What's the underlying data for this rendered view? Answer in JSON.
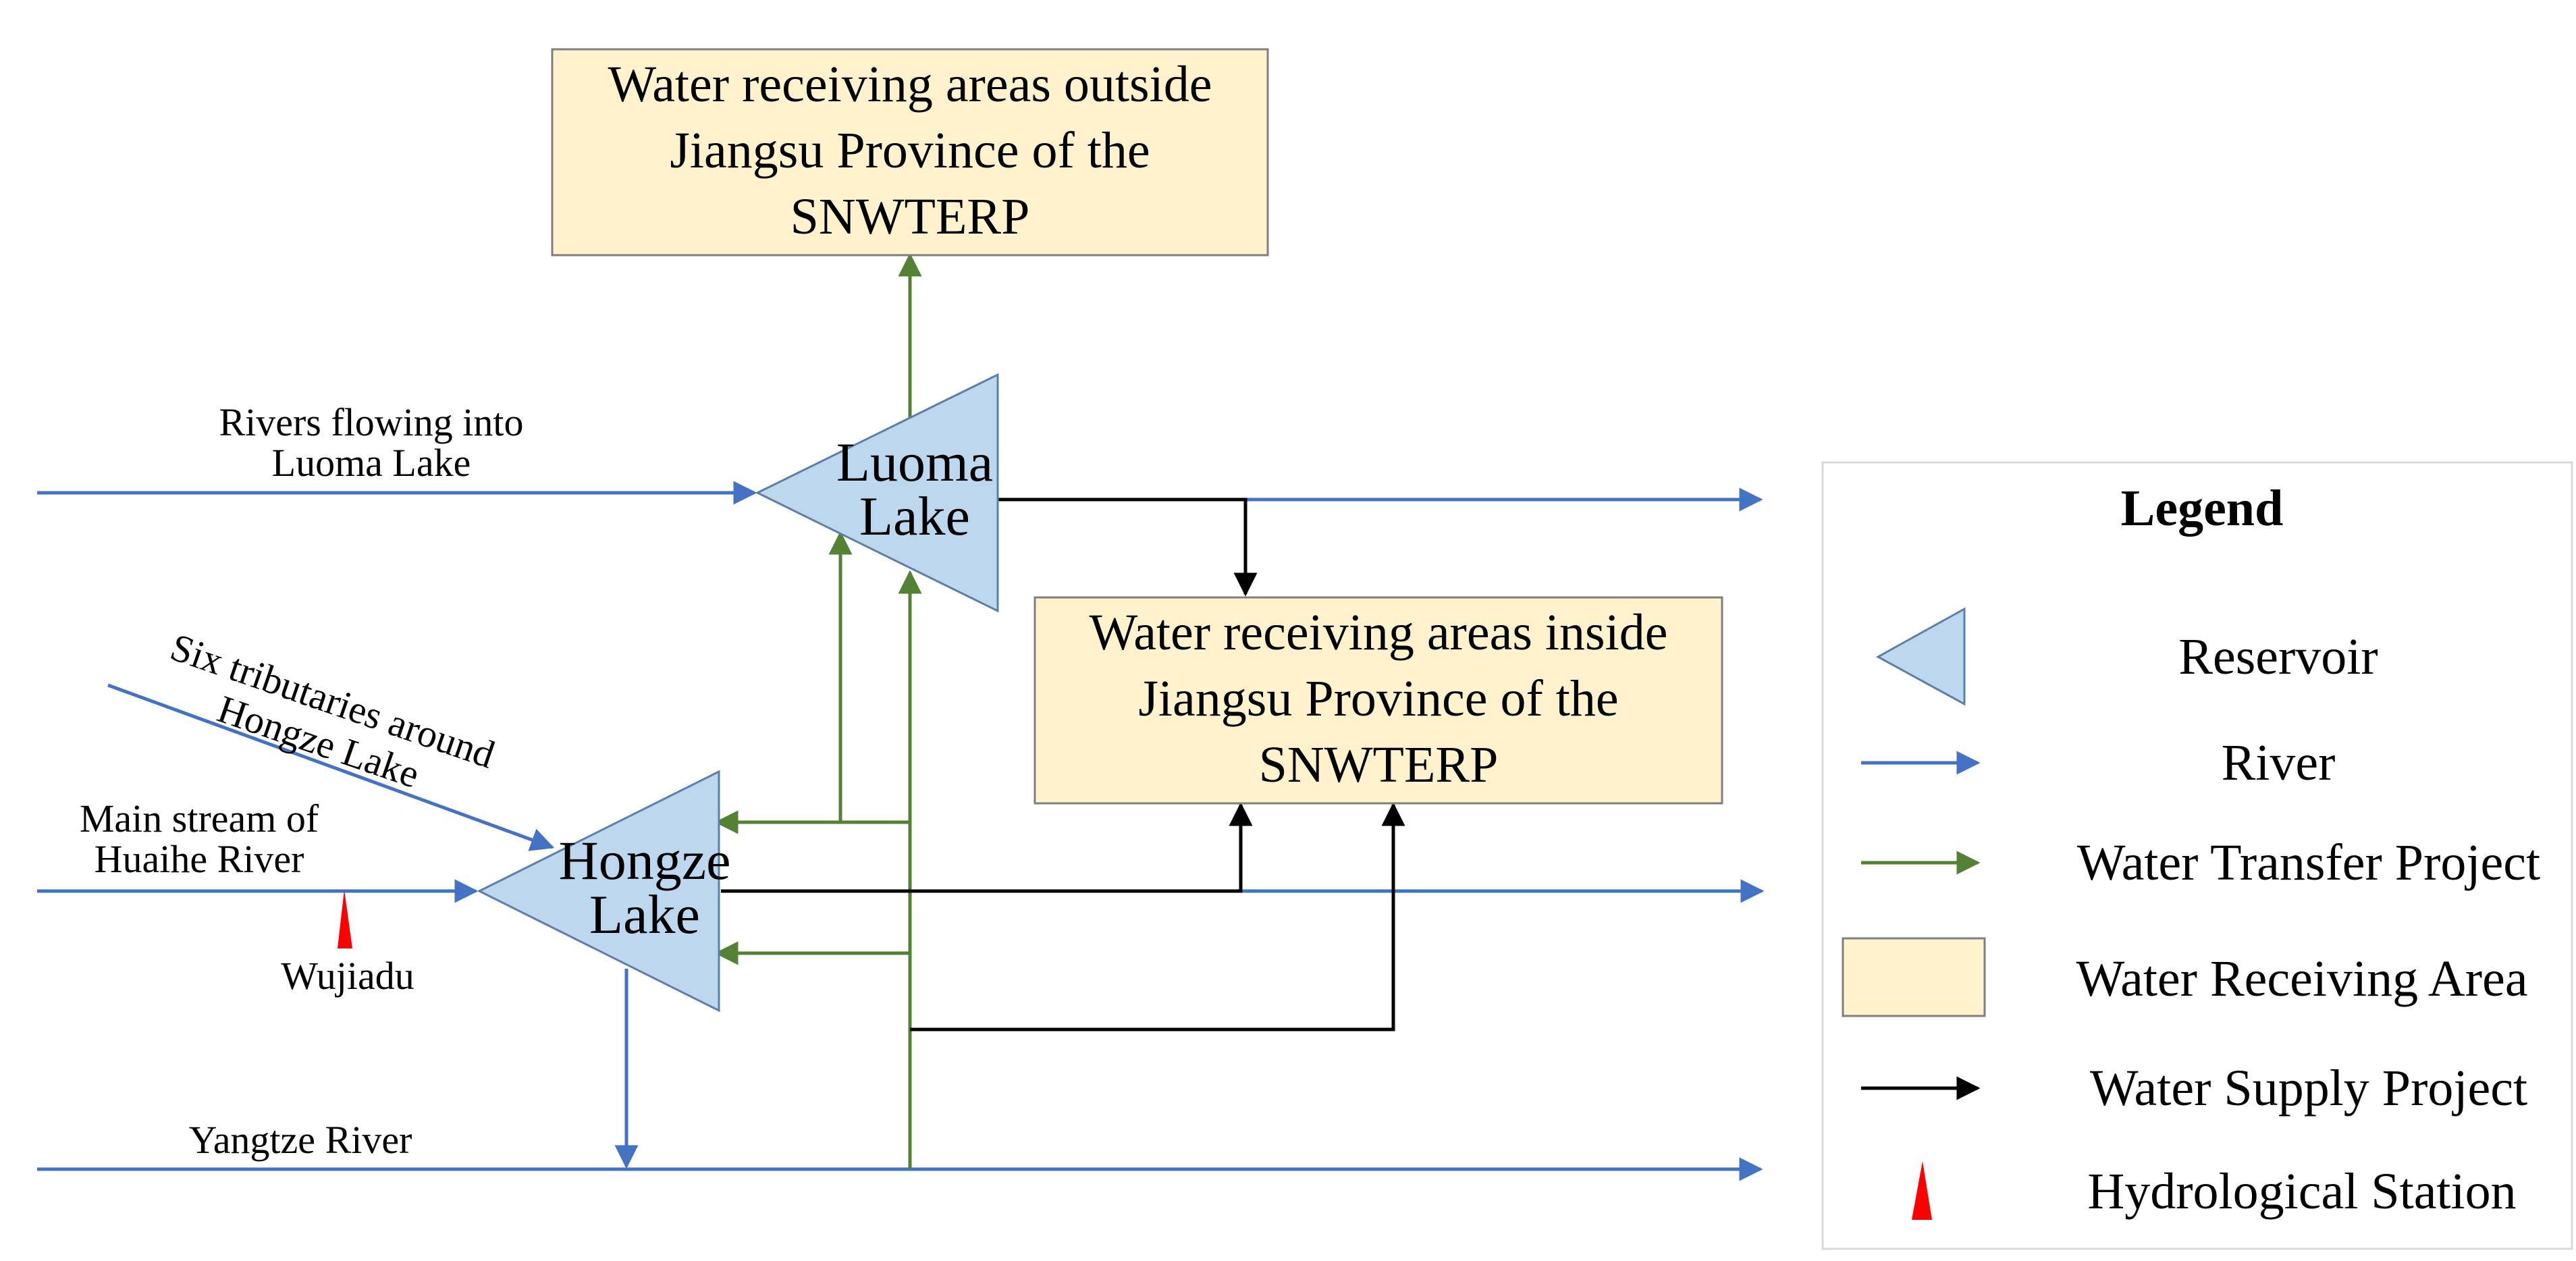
{
  "colors": {
    "river": "#4472C4",
    "transfer": "#548235",
    "supply": "#000000",
    "reservoir_fill": "#BDD7EE",
    "area_fill": "#FFF2CC",
    "station": "#FF0000"
  },
  "nodes": {
    "outside_area": {
      "lines": [
        "Water receiving areas outside",
        "Jiangsu Province of the",
        "SNWTERP"
      ]
    },
    "inside_area": {
      "lines": [
        "Water receiving areas inside",
        "Jiangsu Province of the",
        "SNWTERP"
      ]
    },
    "luoma_lake": {
      "lines": [
        "Luoma",
        "Lake"
      ]
    },
    "hongze_lake": {
      "lines": [
        "Hongze",
        "Lake"
      ]
    }
  },
  "labels": {
    "rivers_into_luoma": [
      "Rivers flowing into",
      "Luoma Lake"
    ],
    "six_tributaries": [
      "Six tributaries around",
      "Hongze Lake"
    ],
    "huaihe_main": [
      "Main stream of",
      "Huaihe River"
    ],
    "wujiadu": "Wujiadu",
    "yangtze": "Yangtze River"
  },
  "legend": {
    "title": "Legend",
    "items": [
      {
        "symbol": "reservoir",
        "label": "Reservoir"
      },
      {
        "symbol": "river",
        "label": "River"
      },
      {
        "symbol": "transfer",
        "label": "Water Transfer Project"
      },
      {
        "symbol": "area",
        "label": "Water Receiving Area"
      },
      {
        "symbol": "supply",
        "label": "Water Supply Project"
      },
      {
        "symbol": "station",
        "label": "Hydrological Station"
      }
    ]
  }
}
